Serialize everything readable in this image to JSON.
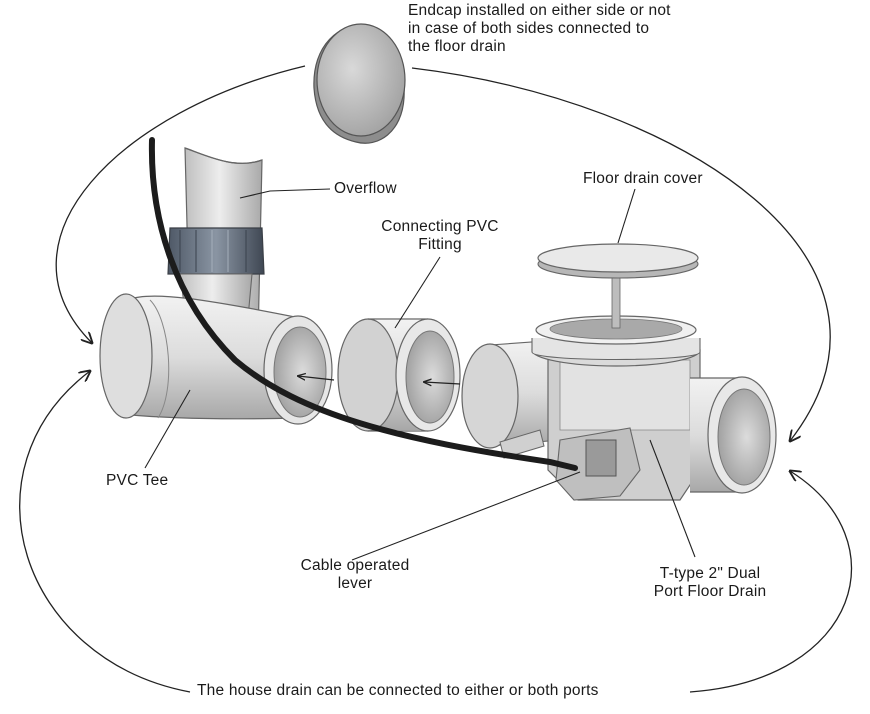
{
  "labels": {
    "endcap": [
      "Endcap installed on either side or not",
      "in case of both sides connected to",
      "the floor drain"
    ],
    "overflow": "Overflow",
    "connecting_fitting": [
      "Connecting PVC",
      "Fitting"
    ],
    "floor_drain_cover": "Floor drain cover",
    "pvc_tee": "PVC Tee",
    "cable_lever": [
      "Cable operated",
      "lever"
    ],
    "floor_drain": [
      "T-type 2\" Dual",
      "Port Floor Drain"
    ],
    "house_drain": "The house drain can be connected to either or both ports"
  },
  "colors": {
    "pipe_light": "#e8e8e8",
    "pipe_mid": "#c9c9c9",
    "pipe_dark": "#9a9a9a",
    "nut": "#5f6a78",
    "cable": "#1c1c1c",
    "outline": "#444444"
  }
}
